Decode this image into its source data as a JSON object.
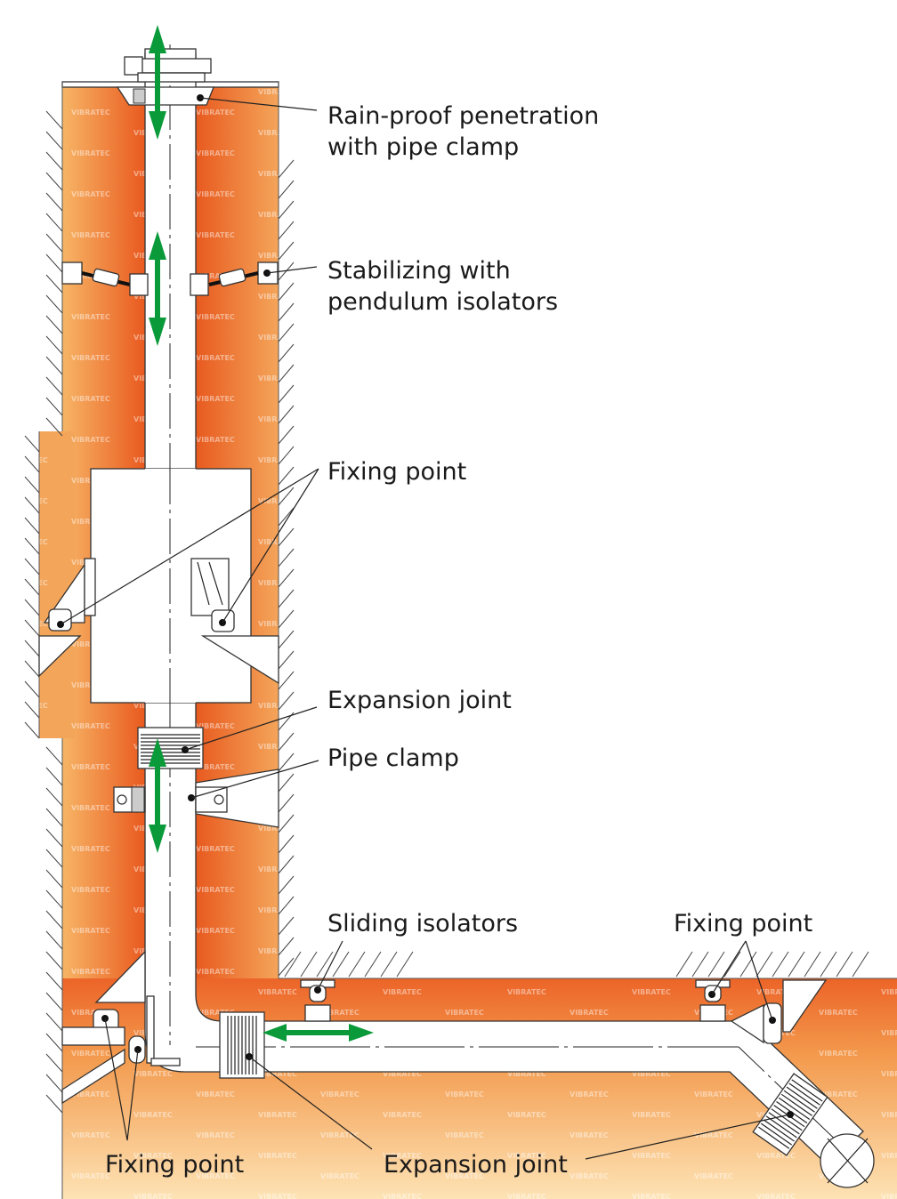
{
  "labels": {
    "rain_proof_line1": "Rain-proof penetration",
    "rain_proof_line2": "with pipe clamp",
    "stabilizing_line1": "Stabilizing with",
    "stabilizing_line2": "pendulum isolators",
    "fixing_point_upper": "Fixing point",
    "expansion_joint_upper": "Expansion joint",
    "pipe_clamp": "Pipe clamp",
    "sliding_isolators": "Sliding isolators",
    "fixing_point_right": "Fixing point",
    "fixing_point_bottom": "Fixing point",
    "expansion_joint_bottom": "Expansion joint"
  },
  "watermark": "VIBRATEC",
  "colors": {
    "shaft_dark": "#e85a1f",
    "shaft_light": "#f6b062",
    "bottom_light": "#fde0b0",
    "movement_arrow": "#0a9a3a"
  }
}
